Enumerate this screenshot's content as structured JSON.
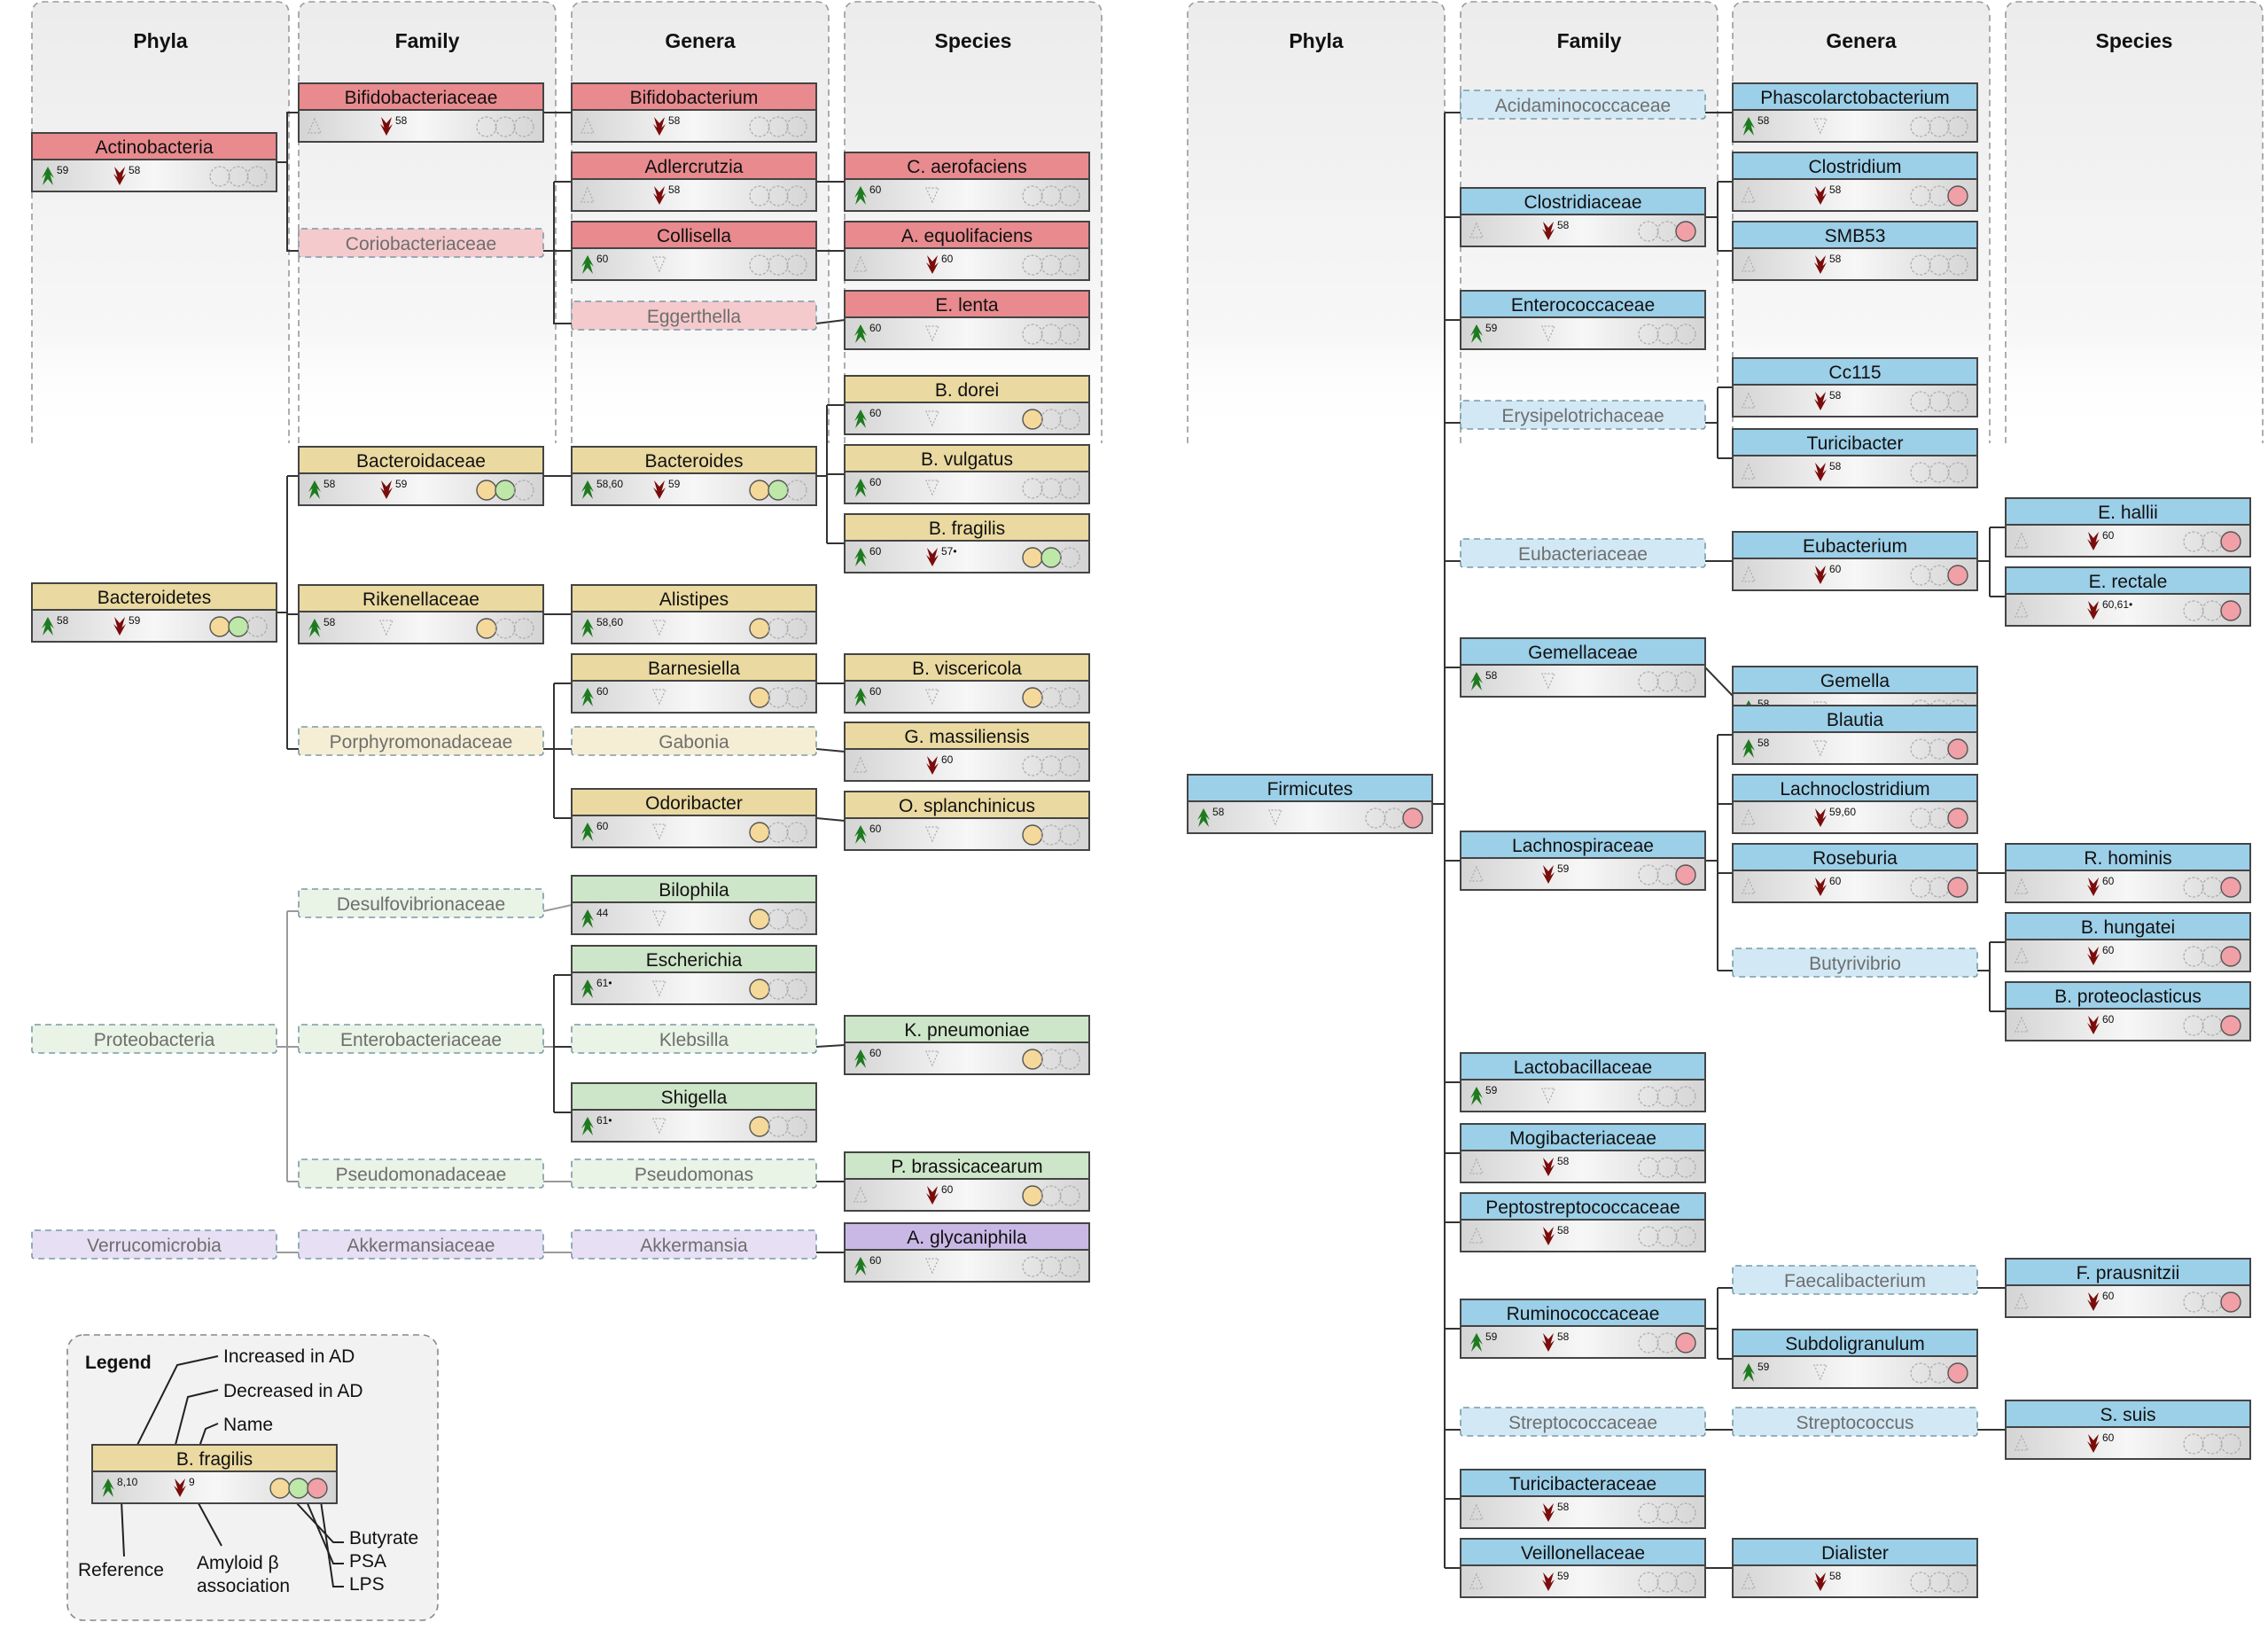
{
  "columns": [
    "Phyla",
    "Family",
    "Genera",
    "Species"
  ],
  "colors": {
    "actinobacteria": "#e88a8e",
    "bacteroidetes": "#ead9a0",
    "proteobacteria": "#cde5c8",
    "verrucomicrobia": "#c9b8e6",
    "firmicutes": "#9ccfe8",
    "increased": "#1e7a1e",
    "decreased": "#7a0c0c",
    "butyrate_circle": "#f4d99a",
    "psa_circle": "#bde8a8",
    "lps_circle": "#f0a0a6"
  },
  "left_tree": {
    "phyla": [
      {
        "name": "Actinobacteria",
        "group": "actinobacteria",
        "up": "59",
        "down": "58",
        "c": [
          0,
          0,
          0
        ]
      },
      {
        "name": "Bacteroidetes",
        "group": "bacteroidetes",
        "up": "58",
        "down": "59",
        "c": [
          1,
          1,
          0
        ]
      },
      {
        "name": "Proteobacteria",
        "group": "proteobacteria",
        "dashed": true
      },
      {
        "name": "Verrucomicrobia",
        "group": "verrucomicrobia",
        "dashed": true
      }
    ],
    "families": [
      {
        "name": "Bifidobacteriaceae",
        "group": "actinobacteria",
        "down": "58",
        "c": [
          0,
          0,
          0
        ]
      },
      {
        "name": "Coriobacteriaceae",
        "group": "actinobacteria",
        "dashed": true
      },
      {
        "name": "Bacteroidaceae",
        "group": "bacteroidetes",
        "up": "58",
        "down": "59",
        "c": [
          1,
          1,
          0
        ]
      },
      {
        "name": "Rikenellaceae",
        "group": "bacteroidetes",
        "up": "58",
        "c": [
          1,
          0,
          0
        ]
      },
      {
        "name": "Porphyromonadaceae",
        "group": "bacteroidetes",
        "dashed": true
      },
      {
        "name": "Desulfovibrionaceae",
        "group": "proteobacteria",
        "dashed": true
      },
      {
        "name": "Enterobacteriaceae",
        "group": "proteobacteria",
        "dashed": true
      },
      {
        "name": "Pseudomonadaceae",
        "group": "proteobacteria",
        "dashed": true
      },
      {
        "name": "Akkermansiaceae",
        "group": "verrucomicrobia",
        "dashed": true
      }
    ],
    "genera": [
      {
        "name": "Bifidobacterium",
        "group": "actinobacteria",
        "down": "58",
        "c": [
          0,
          0,
          0
        ]
      },
      {
        "name": "Adlercrutzia",
        "group": "actinobacteria",
        "down": "58",
        "c": [
          0,
          0,
          0
        ]
      },
      {
        "name": "Collisella",
        "group": "actinobacteria",
        "up": "60",
        "c": [
          0,
          0,
          0
        ]
      },
      {
        "name": "Eggerthella",
        "group": "actinobacteria",
        "dashed": true
      },
      {
        "name": "Bacteroides",
        "group": "bacteroidetes",
        "up": "58,60",
        "down": "59",
        "c": [
          1,
          1,
          0
        ]
      },
      {
        "name": "Alistipes",
        "group": "bacteroidetes",
        "up": "58,60",
        "c": [
          1,
          0,
          0
        ]
      },
      {
        "name": "Barnesiella",
        "group": "bacteroidetes",
        "up": "60",
        "c": [
          1,
          0,
          0
        ]
      },
      {
        "name": "Gabonia",
        "group": "bacteroidetes",
        "dashed": true
      },
      {
        "name": "Odoribacter",
        "group": "bacteroidetes",
        "up": "60",
        "c": [
          1,
          0,
          0
        ]
      },
      {
        "name": "Bilophila",
        "group": "proteobacteria",
        "up": "44",
        "c": [
          1,
          0,
          0
        ]
      },
      {
        "name": "Escherichia",
        "group": "proteobacteria",
        "up": "61•",
        "c": [
          1,
          0,
          0
        ]
      },
      {
        "name": "Klebsilla",
        "group": "proteobacteria",
        "dashed": true
      },
      {
        "name": "Shigella",
        "group": "proteobacteria",
        "up": "61•",
        "c": [
          1,
          0,
          0
        ]
      },
      {
        "name": "Pseudomonas",
        "group": "proteobacteria",
        "dashed": true
      },
      {
        "name": "Akkermansia",
        "group": "verrucomicrobia",
        "dashed": true
      }
    ],
    "species": [
      {
        "name": "C. aerofaciens",
        "group": "actinobacteria",
        "up": "60",
        "c": [
          0,
          0,
          0
        ]
      },
      {
        "name": "A. equolifaciens",
        "group": "actinobacteria",
        "down": "60",
        "c": [
          0,
          0,
          0
        ]
      },
      {
        "name": "E. lenta",
        "group": "actinobacteria",
        "up": "60",
        "c": [
          0,
          0,
          0
        ]
      },
      {
        "name": "B. dorei",
        "group": "bacteroidetes",
        "up": "60",
        "c": [
          1,
          0,
          0
        ]
      },
      {
        "name": "B. vulgatus",
        "group": "bacteroidetes",
        "up": "60",
        "c": [
          0,
          0,
          0
        ]
      },
      {
        "name": "B. fragilis",
        "group": "bacteroidetes",
        "up": "60",
        "down": "57•",
        "c": [
          1,
          1,
          0
        ]
      },
      {
        "name": "B. viscericola",
        "group": "bacteroidetes",
        "up": "60",
        "c": [
          1,
          0,
          0
        ]
      },
      {
        "name": "G. massiliensis",
        "group": "bacteroidetes",
        "down": "60",
        "c": [
          0,
          0,
          0
        ]
      },
      {
        "name": "O. splanchinicus",
        "group": "bacteroidetes",
        "up": "60",
        "c": [
          1,
          0,
          0
        ]
      },
      {
        "name": "K. pneumoniae",
        "group": "proteobacteria",
        "up": "60",
        "c": [
          1,
          0,
          0
        ]
      },
      {
        "name": "P. brassicacearum",
        "group": "proteobacteria",
        "down": "60",
        "c": [
          1,
          0,
          0
        ]
      },
      {
        "name": "A. glycaniphila",
        "group": "verrucomicrobia",
        "up": "60",
        "c": [
          0,
          0,
          0
        ]
      }
    ]
  },
  "right_tree": {
    "phyla": [
      {
        "name": "Firmicutes",
        "group": "firmicutes",
        "up": "58",
        "c": [
          0,
          0,
          1
        ]
      }
    ],
    "families": [
      {
        "name": "Acidaminococcaceae",
        "group": "firmicutes",
        "dashed": true
      },
      {
        "name": "Clostridiaceae",
        "group": "firmicutes",
        "down": "58",
        "c": [
          0,
          0,
          1
        ]
      },
      {
        "name": "Enterococcaceae",
        "group": "firmicutes",
        "up": "59",
        "c": [
          0,
          0,
          0
        ]
      },
      {
        "name": "Erysipelotrichaceae",
        "group": "firmicutes",
        "dashed": true
      },
      {
        "name": "Eubacteriaceae",
        "group": "firmicutes",
        "dashed": true
      },
      {
        "name": "Gemellaceae",
        "group": "firmicutes",
        "up": "58",
        "c": [
          0,
          0,
          0
        ]
      },
      {
        "name": "Lachnospiraceae",
        "group": "firmicutes",
        "down": "59",
        "c": [
          0,
          0,
          1
        ]
      },
      {
        "name": "Lactobacillaceae",
        "group": "firmicutes",
        "up": "59",
        "c": [
          0,
          0,
          0
        ]
      },
      {
        "name": "Mogibacteriaceae",
        "group": "firmicutes",
        "down": "58",
        "c": [
          0,
          0,
          0
        ]
      },
      {
        "name": "Peptostreptococcaceae",
        "group": "firmicutes",
        "down": "58",
        "c": [
          0,
          0,
          0
        ]
      },
      {
        "name": "Ruminococcaceae",
        "group": "firmicutes",
        "up": "59",
        "down": "58",
        "c": [
          0,
          0,
          1
        ]
      },
      {
        "name": "Streptococcaceae",
        "group": "firmicutes",
        "dashed": true
      },
      {
        "name": "Turicibacteraceae",
        "group": "firmicutes",
        "down": "58",
        "c": [
          0,
          0,
          0
        ]
      },
      {
        "name": "Veillonellaceae",
        "group": "firmicutes",
        "down": "59",
        "c": [
          0,
          0,
          0
        ]
      }
    ],
    "genera": [
      {
        "name": "Phascolarctobacterium",
        "group": "firmicutes",
        "up": "58",
        "c": [
          0,
          0,
          0
        ]
      },
      {
        "name": "Clostridium",
        "group": "firmicutes",
        "down": "58",
        "c": [
          0,
          0,
          1
        ]
      },
      {
        "name": "SMB53",
        "group": "firmicutes",
        "down": "58",
        "c": [
          0,
          0,
          0
        ]
      },
      {
        "name": "Cc115",
        "group": "firmicutes",
        "down": "58",
        "c": [
          0,
          0,
          0
        ]
      },
      {
        "name": "Turicibacter",
        "group": "firmicutes",
        "down": "58",
        "c": [
          0,
          0,
          0
        ]
      },
      {
        "name": "Eubacterium",
        "group": "firmicutes",
        "down": "60",
        "c": [
          0,
          0,
          1
        ]
      },
      {
        "name": "Gemella",
        "group": "firmicutes",
        "up": "58",
        "c": [
          0,
          0,
          0
        ]
      },
      {
        "name": "Blautia",
        "group": "firmicutes",
        "up": "58",
        "c": [
          0,
          0,
          1
        ]
      },
      {
        "name": "Lachnoclostridium",
        "group": "firmicutes",
        "down": "59,60",
        "c": [
          0,
          0,
          1
        ]
      },
      {
        "name": "Roseburia",
        "group": "firmicutes",
        "down": "60",
        "c": [
          0,
          0,
          1
        ]
      },
      {
        "name": "Butyrivibrio",
        "group": "firmicutes",
        "dashed": true
      },
      {
        "name": "Faecalibacterium",
        "group": "firmicutes",
        "dashed": true
      },
      {
        "name": "Subdoligranulum",
        "group": "firmicutes",
        "up": "59",
        "c": [
          0,
          0,
          1
        ]
      },
      {
        "name": "Streptococcus",
        "group": "firmicutes",
        "dashed": true
      },
      {
        "name": "Dialister",
        "group": "firmicutes",
        "down": "58",
        "c": [
          0,
          0,
          0
        ]
      }
    ],
    "species": [
      {
        "name": "E. hallii",
        "group": "firmicutes",
        "down": "60",
        "c": [
          0,
          0,
          1
        ]
      },
      {
        "name": "E. rectale",
        "group": "firmicutes",
        "down": "60,61•",
        "c": [
          0,
          0,
          1
        ]
      },
      {
        "name": "R. hominis",
        "group": "firmicutes",
        "down": "60",
        "c": [
          0,
          0,
          1
        ]
      },
      {
        "name": "B. hungatei",
        "group": "firmicutes",
        "down": "60",
        "c": [
          0,
          0,
          1
        ]
      },
      {
        "name": "B. proteoclasticus",
        "group": "firmicutes",
        "down": "60",
        "c": [
          0,
          0,
          1
        ]
      },
      {
        "name": "F. prausnitzii",
        "group": "firmicutes",
        "down": "60",
        "c": [
          0,
          0,
          1
        ]
      },
      {
        "name": "S. suis",
        "group": "firmicutes",
        "down": "60",
        "c": [
          0,
          0,
          0
        ]
      }
    ]
  },
  "legend": {
    "title": "Legend",
    "example": {
      "name": "B. fragilis",
      "group": "bacteroidetes",
      "up": "8,10",
      "down": "9",
      "c": [
        1,
        1,
        1
      ]
    },
    "labels": {
      "increased": "Increased in AD",
      "decreased": "Decreased in AD",
      "name": "Name",
      "reference": "Reference",
      "amyloid_line1": "Amyloid β",
      "amyloid_line2": "association",
      "butyrate": "Butyrate",
      "psa": "PSA",
      "lps": "LPS"
    }
  }
}
